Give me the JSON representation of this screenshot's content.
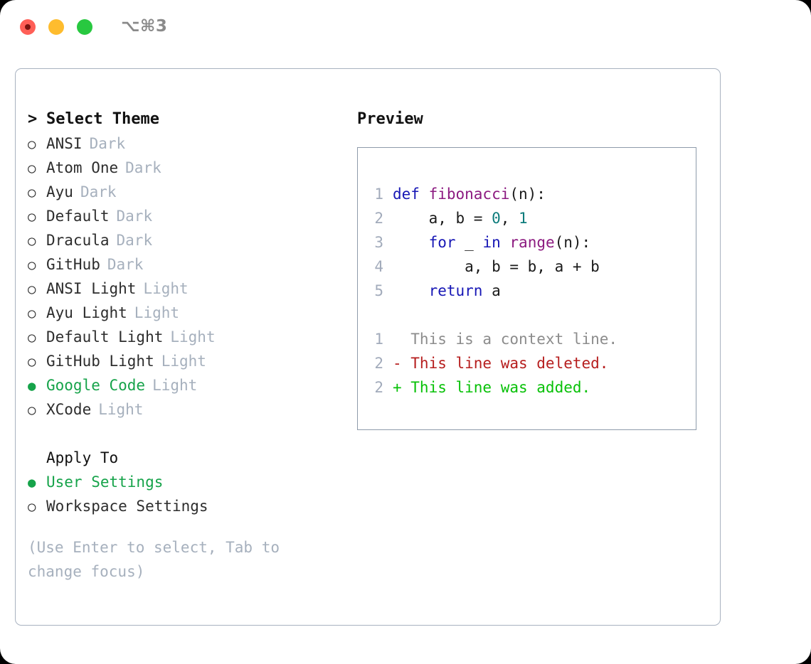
{
  "window": {
    "title": "⌥⌘3",
    "traffic_lights": {
      "close": "#ff5f57",
      "minimize": "#febc2e",
      "maximize": "#28c840"
    }
  },
  "theme_list": {
    "header_marker": ">",
    "header": "Select Theme",
    "bullet_off": "○",
    "bullet_on": "●",
    "items": [
      {
        "name": "ANSI",
        "variant": "Dark",
        "selected": false
      },
      {
        "name": "Atom One",
        "variant": "Dark",
        "selected": false
      },
      {
        "name": "Ayu",
        "variant": "Dark",
        "selected": false
      },
      {
        "name": "Default",
        "variant": "Dark",
        "selected": false
      },
      {
        "name": "Dracula",
        "variant": "Dark",
        "selected": false
      },
      {
        "name": "GitHub",
        "variant": "Dark",
        "selected": false
      },
      {
        "name": "ANSI Light",
        "variant": "Light",
        "selected": false
      },
      {
        "name": "Ayu Light",
        "variant": "Light",
        "selected": false
      },
      {
        "name": "Default Light",
        "variant": "Light",
        "selected": false
      },
      {
        "name": "GitHub Light",
        "variant": "Light",
        "selected": false
      },
      {
        "name": "Google Code",
        "variant": "Light",
        "selected": true
      },
      {
        "name": "XCode",
        "variant": "Light",
        "selected": false
      }
    ]
  },
  "apply_to": {
    "header": "Apply To",
    "items": [
      {
        "name": "User Settings",
        "selected": true
      },
      {
        "name": "Workspace Settings",
        "selected": false
      }
    ]
  },
  "hint": "(Use Enter to select, Tab to change focus)",
  "preview": {
    "title": "Preview",
    "code_lines": [
      {
        "no": "1",
        "tokens": [
          {
            "t": "def ",
            "c": "kw"
          },
          {
            "t": "fibonacci",
            "c": "fn"
          },
          {
            "t": "(n):",
            "c": "pl"
          }
        ]
      },
      {
        "no": "2",
        "tokens": [
          {
            "t": "    a, b = ",
            "c": "pl"
          },
          {
            "t": "0",
            "c": "num"
          },
          {
            "t": ", ",
            "c": "pl"
          },
          {
            "t": "1",
            "c": "num"
          }
        ]
      },
      {
        "no": "3",
        "tokens": [
          {
            "t": "    ",
            "c": "pl"
          },
          {
            "t": "for",
            "c": "kw"
          },
          {
            "t": " _ ",
            "c": "pl"
          },
          {
            "t": "in",
            "c": "kw"
          },
          {
            "t": " ",
            "c": "pl"
          },
          {
            "t": "range",
            "c": "fn"
          },
          {
            "t": "(n):",
            "c": "pl"
          }
        ]
      },
      {
        "no": "4",
        "tokens": [
          {
            "t": "        a, b = b, a + b",
            "c": "pl"
          }
        ]
      },
      {
        "no": "5",
        "tokens": [
          {
            "t": "    ",
            "c": "pl"
          },
          {
            "t": "return",
            "c": "kw"
          },
          {
            "t": " a",
            "c": "pl"
          }
        ]
      }
    ],
    "diff_lines": [
      {
        "no": "1",
        "sign": " ",
        "text": " This is a context line.",
        "kind": "ctx"
      },
      {
        "no": "2",
        "sign": "-",
        "text": " This line was deleted.",
        "kind": "del"
      },
      {
        "no": "2",
        "sign": "+",
        "text": " This line was added.",
        "kind": "add"
      }
    ]
  },
  "colors": {
    "accent_green": "#16a34a",
    "muted": "#a6b0bd",
    "diff_add": "#07c107",
    "diff_del": "#b61e1e",
    "keyword": "#1717b5",
    "function": "#8c1a80",
    "number": "#0d7c7c"
  }
}
